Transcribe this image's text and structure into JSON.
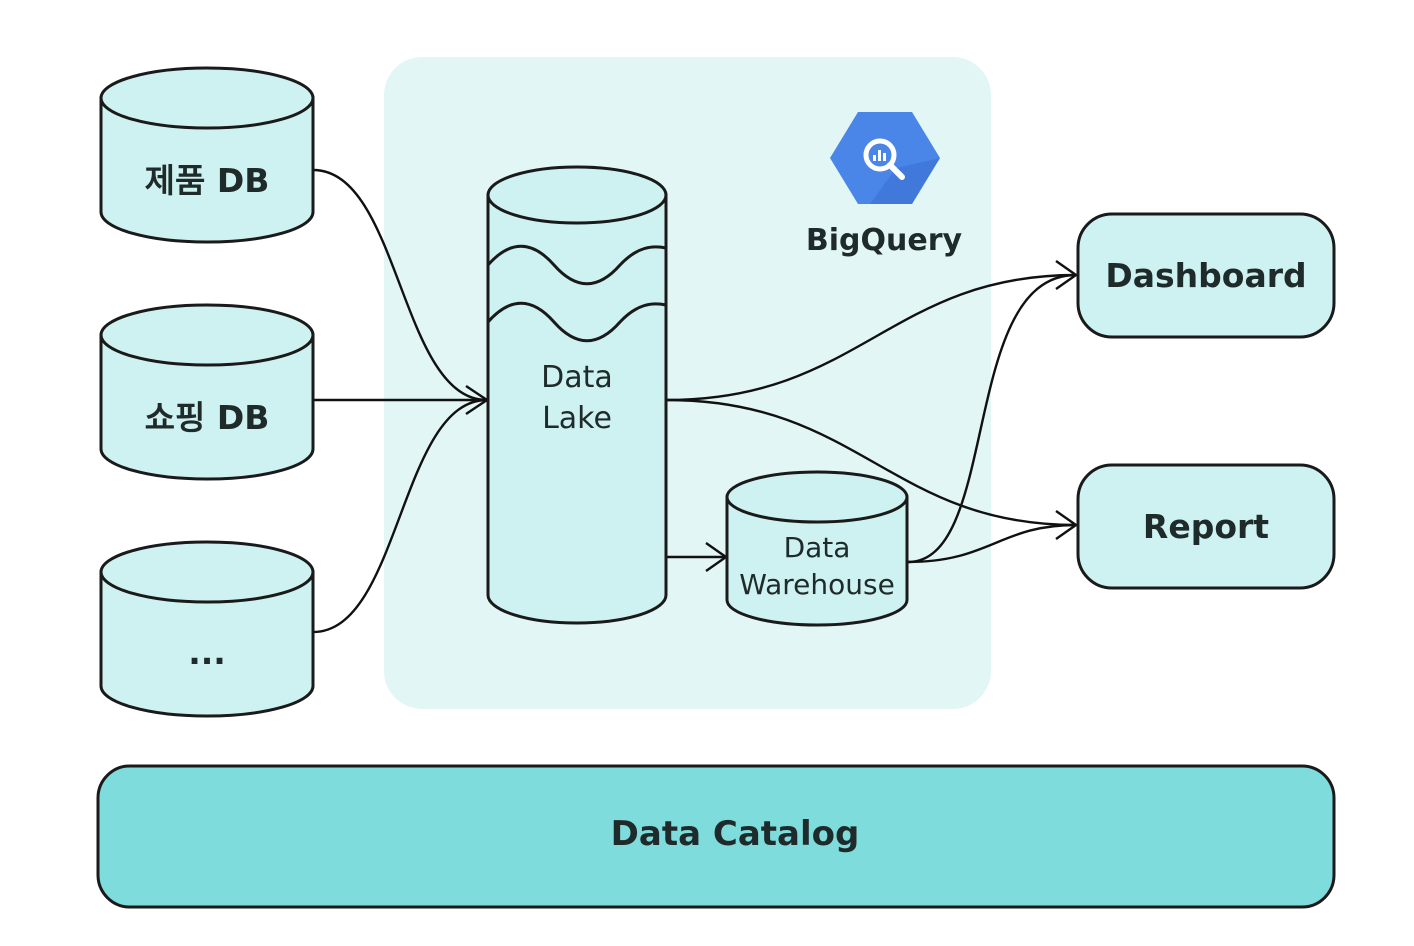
{
  "sources": [
    {
      "label": "제품 DB"
    },
    {
      "label": "쇼핑 DB"
    },
    {
      "label": "..."
    }
  ],
  "data_lake": {
    "line1": "Data",
    "line2": "Lake"
  },
  "data_warehouse": {
    "line1": "Data",
    "line2": "Warehouse"
  },
  "bigquery": {
    "label": "BigQuery"
  },
  "outputs": {
    "dashboard": "Dashboard",
    "report": "Report"
  },
  "data_catalog": {
    "label": "Data Catalog"
  },
  "colors": {
    "bigquery_panel": "#e3f6f6",
    "node_fill": "#cef2f1",
    "catalog_fill": "#7fdcdc",
    "bigquery_icon": "#4a86e8",
    "stroke": "#1a1a1a"
  }
}
